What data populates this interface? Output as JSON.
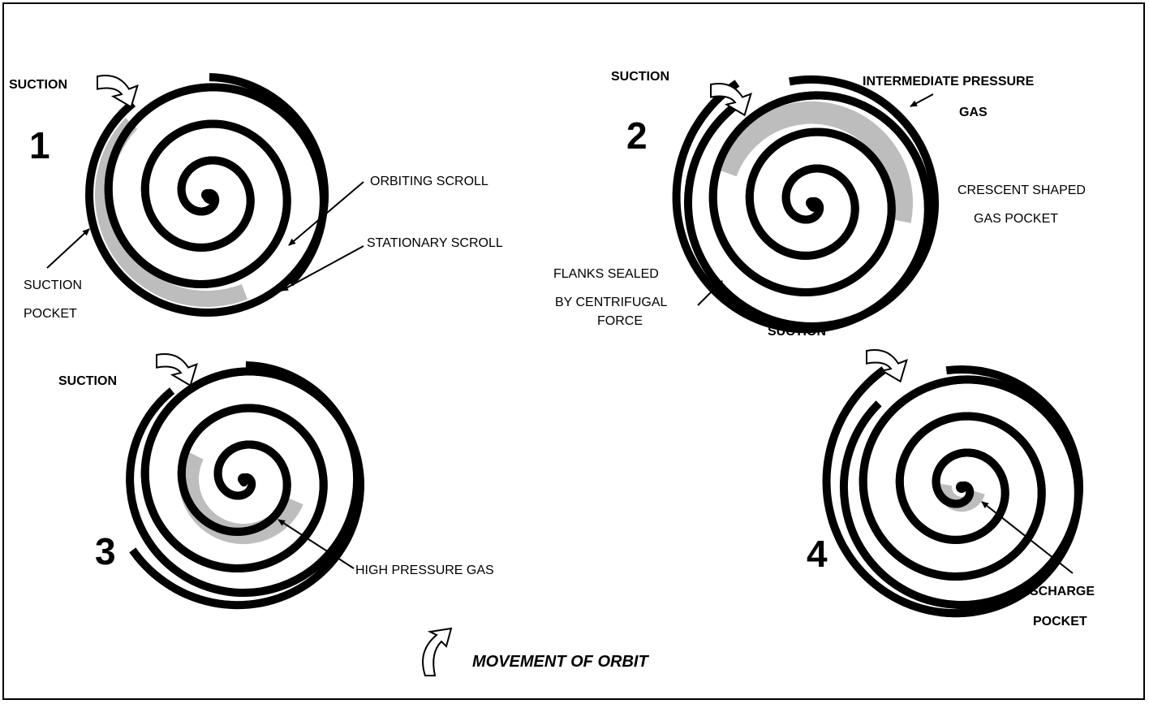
{
  "colors": {
    "ink": "#000000",
    "pocket": "#bdbdbd",
    "paper": "#ffffff"
  },
  "stages": [
    {
      "number": "1",
      "labels": {
        "suction": "SUCTION",
        "orbiting": "ORBITING SCROLL",
        "stationary": "STATIONARY SCROLL",
        "pocket_line1": "SUCTION",
        "pocket_line2": "POCKET"
      }
    },
    {
      "number": "2",
      "labels": {
        "suction_top": "SUCTION",
        "intermediate_line1": "INTERMEDIATE PRESSURE",
        "intermediate_line2": "GAS",
        "crescent_line1": "CRESCENT SHAPED",
        "crescent_line2": "GAS POCKET",
        "flanks_line1": "FLANKS SEALED",
        "flanks_line2": "BY CENTRIFUGAL",
        "flanks_line3": "FORCE",
        "suction_bottom": "SUCTION"
      }
    },
    {
      "number": "3",
      "labels": {
        "suction": "SUCTION",
        "high_pressure": "HIGH PRESSURE GAS"
      }
    },
    {
      "number": "4",
      "labels": {
        "discharge_line1": "DISCHARGE",
        "discharge_line2": "POCKET"
      }
    }
  ],
  "legend": {
    "icon": "curved-arrow-icon",
    "text": "MOVEMENT OF ORBIT"
  }
}
